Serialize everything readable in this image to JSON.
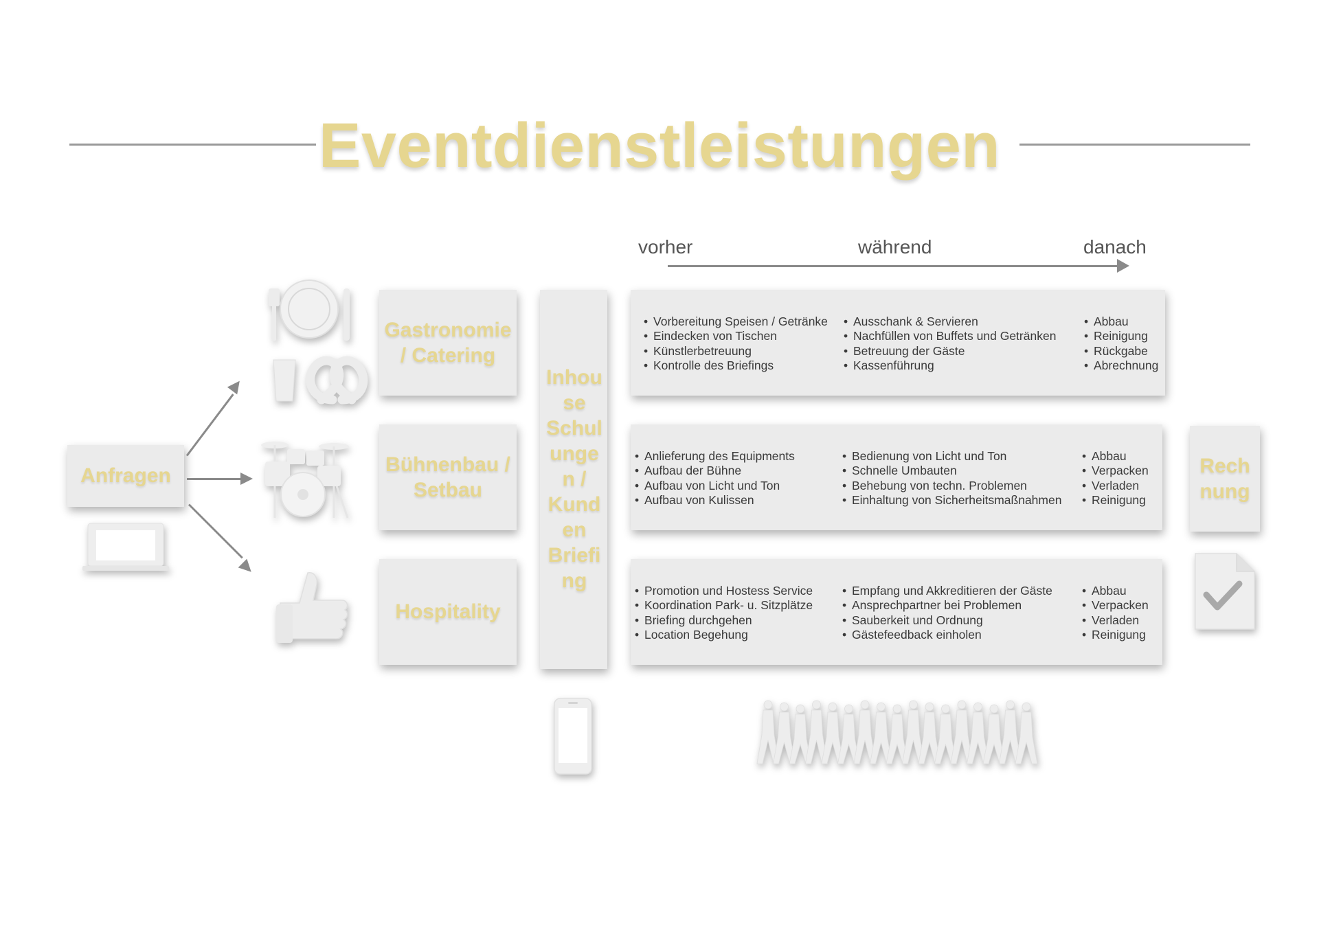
{
  "title": "Eventdienstleistungen",
  "colors": {
    "accent": "#e6d690",
    "box": "#ebebeb",
    "line": "#8a8a8a",
    "text": "#3a3a3a"
  },
  "timeline": {
    "before": "vorher",
    "during": "während",
    "after": "danach"
  },
  "inquiry": {
    "label": "Anfragen"
  },
  "invoice": {
    "label": "Rech\nnung"
  },
  "training": {
    "label": "Inhou\nse\nSchul\nunge\nn /\nKund\nen\nBriefi\nng"
  },
  "services": [
    {
      "name": "Gastronomie\n/ Catering",
      "icon": "tableware-and-pretzel-icon",
      "before": [
        "Vorbereitung Speisen / Getränke",
        "Eindecken von Tischen",
        "Künstlerbetreuung",
        "Kontrolle des Briefings"
      ],
      "during": [
        "Ausschank & Servieren",
        "Nachfüllen von Buffets und Getränken",
        "Betreuung der Gäste",
        "Kassenführung"
      ],
      "after": [
        "Abbau",
        "Reinigung",
        "Rückgabe",
        "Abrechnung"
      ]
    },
    {
      "name": "Bühnenbau /\nSetbau",
      "icon": "drum-kit-icon",
      "before": [
        "Anlieferung des Equipments",
        "Aufbau der Bühne",
        "Aufbau von Licht und Ton",
        "Aufbau von Kulissen"
      ],
      "during": [
        "Bedienung von Licht und Ton",
        "Schnelle Umbauten",
        "Behebung von techn. Problemen",
        "Einhaltung von Sicherheitsmaßnahmen"
      ],
      "after": [
        "Abbau",
        "Verpacken",
        "Verladen",
        "Reinigung"
      ]
    },
    {
      "name": "Hospitality",
      "icon": "thumbs-up-icon",
      "before": [
        "Promotion und Hostess Service",
        "Koordination Park- u. Sitzplätze",
        "Briefing durchgehen",
        "Location Begehung"
      ],
      "during": [
        "Empfang und Akkreditieren der Gäste",
        "Ansprechpartner bei Problemen",
        "Sauberkeit und Ordnung",
        "Gästefeedback einholen"
      ],
      "after": [
        "Abbau",
        "Verpacken",
        "Verladen",
        "Reinigung"
      ]
    }
  ],
  "icons": [
    "laptop-icon",
    "smartphone-icon",
    "crowd-icon",
    "document-check-icon"
  ]
}
